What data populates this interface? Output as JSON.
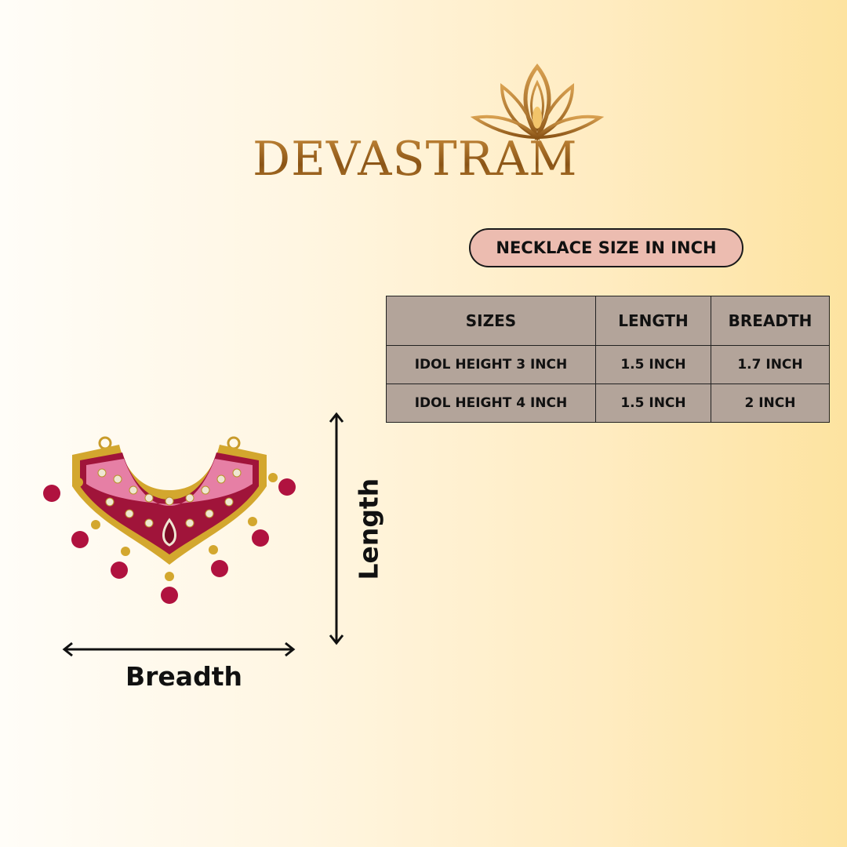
{
  "brand": {
    "name": "DEVASTRAM"
  },
  "size_pill": {
    "label": "NECKLACE SIZE IN INCH"
  },
  "size_table": {
    "headers": [
      "SIZES",
      "LENGTH",
      "BREADTH"
    ],
    "rows": [
      [
        "IDOL HEIGHT 3 INCH",
        "1.5 INCH",
        "1.7 INCH"
      ],
      [
        "IDOL HEIGHT 4 INCH",
        "1.5 INCH",
        "2 INCH"
      ]
    ]
  },
  "dimensions": {
    "breadth_label": "Breadth",
    "length_label": "Length"
  },
  "colors": {
    "gold": "#9a6420",
    "pill_bg": "#ecbcb0",
    "table_bg": "#b3a49a",
    "pendant_red": "#a0143a",
    "pendant_pink": "#e67fa5"
  }
}
